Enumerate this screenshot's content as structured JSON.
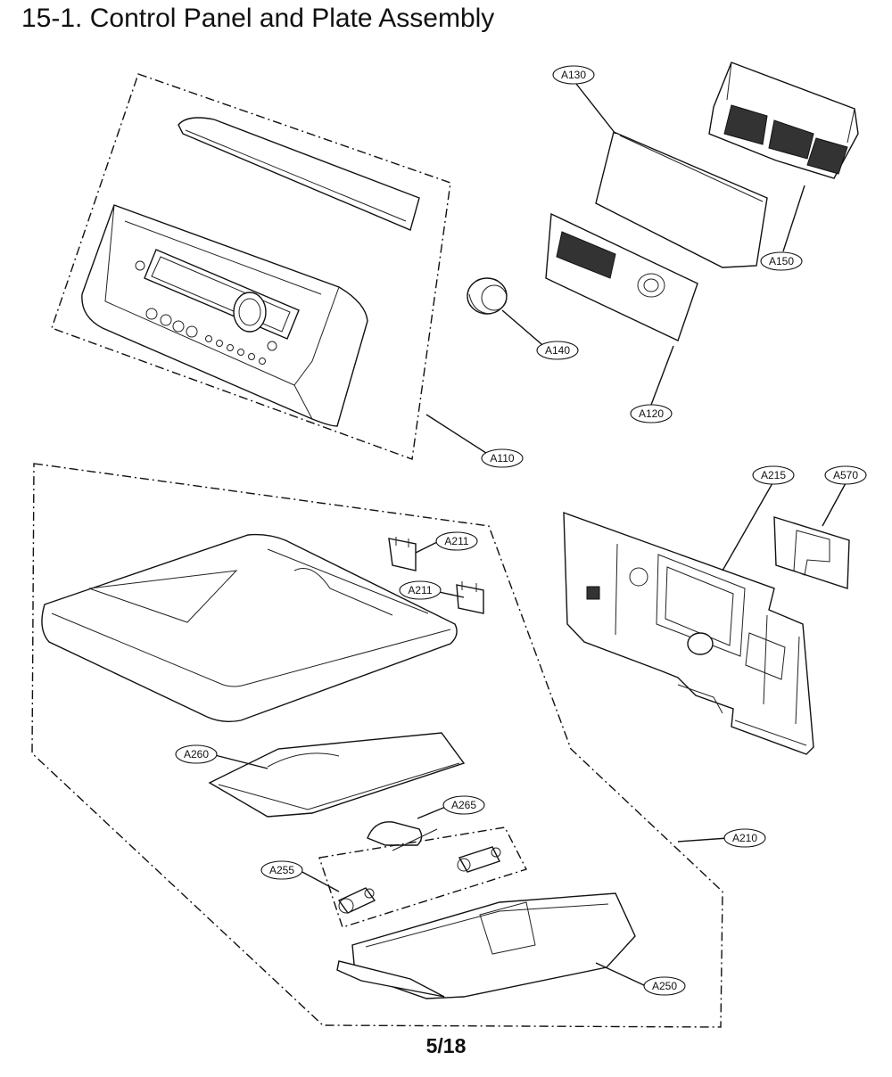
{
  "title": "15-1. Control Panel and Plate Assembly",
  "page_number": "5/18",
  "callouts": {
    "a130": "A130",
    "a150": "A150",
    "a140": "A140",
    "a120": "A120",
    "a110": "A110",
    "a215": "A215",
    "a570": "A570",
    "a211_top": "A211",
    "a211_bottom": "A211",
    "a260": "A260",
    "a265": "A265",
    "a255": "A255",
    "a210": "A210",
    "a250": "A250"
  }
}
